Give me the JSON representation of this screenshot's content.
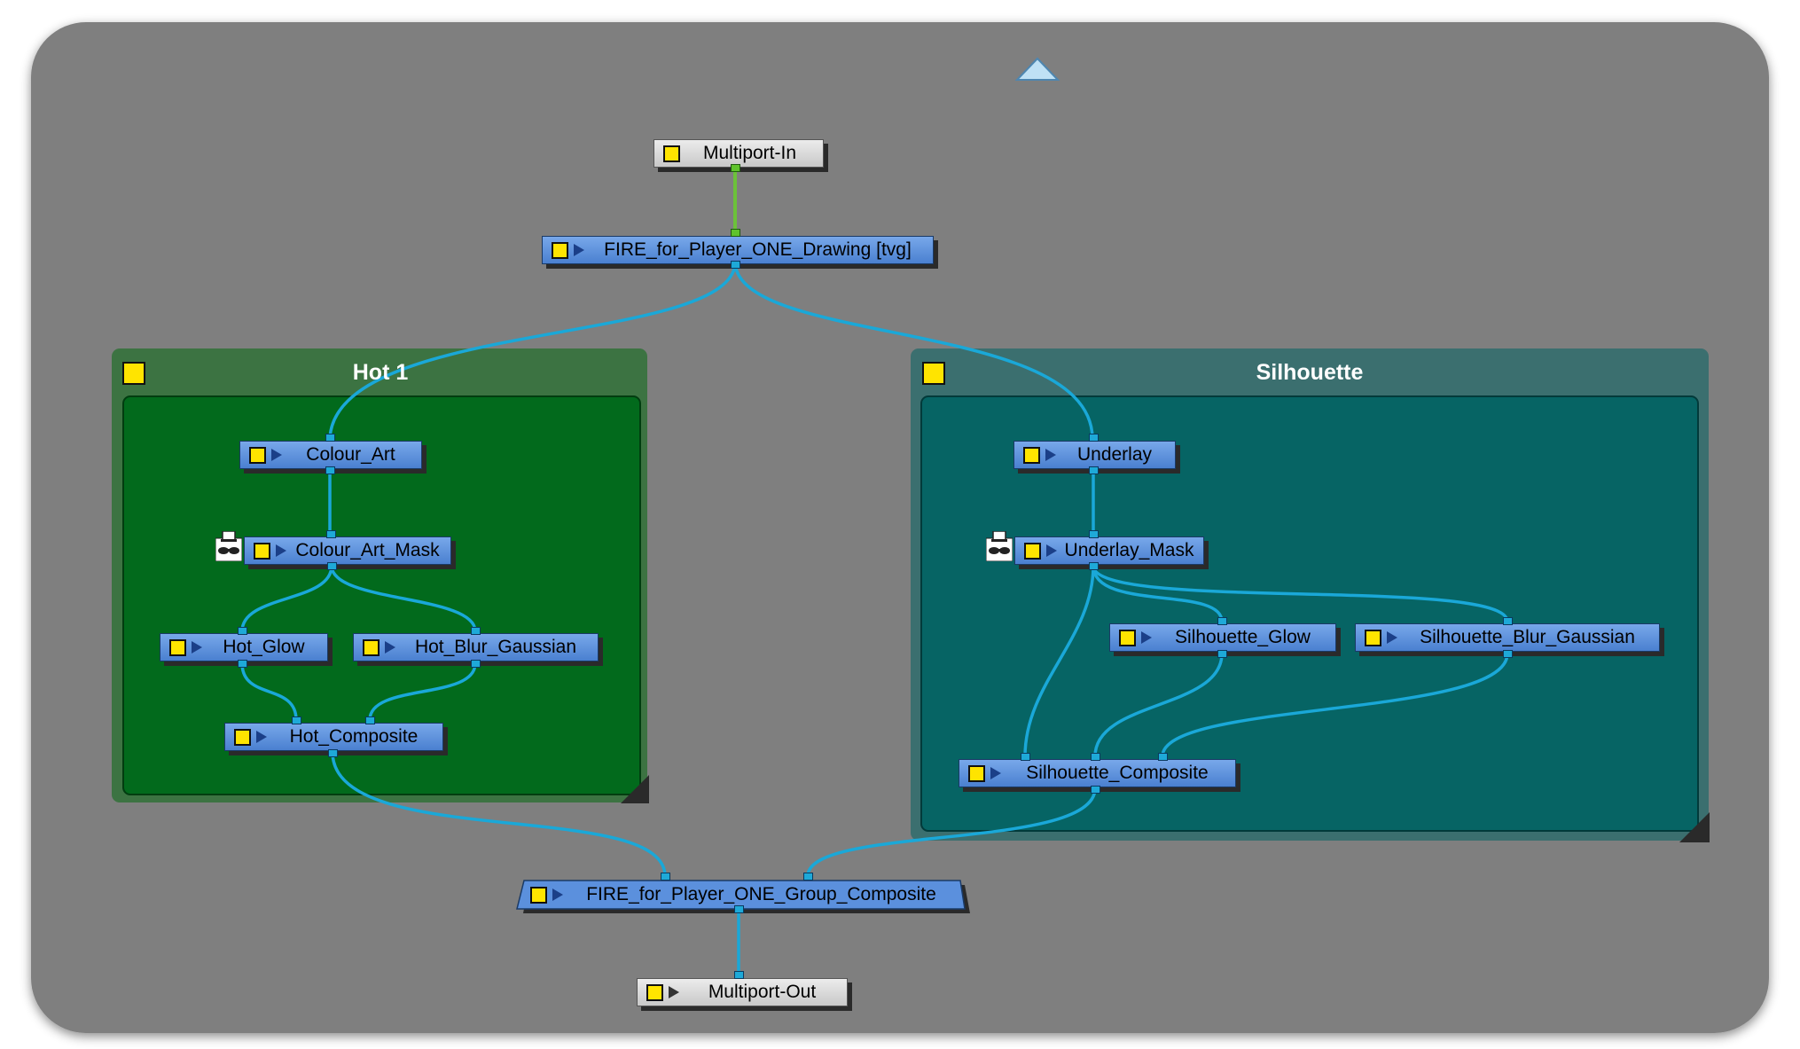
{
  "nodes": {
    "multiport_in": "Multiport-In",
    "drawing": "FIRE_for_Player_ONE_Drawing  [tvg]",
    "colour_art": "Colour_Art",
    "colour_art_mask": "Colour_Art_Mask",
    "hot_glow": "Hot_Glow",
    "hot_blur_gaussian": "Hot_Blur_Gaussian",
    "hot_composite": "Hot_Composite",
    "underlay": "Underlay",
    "underlay_mask": "Underlay_Mask",
    "silhouette_glow": "Silhouette_Glow",
    "silhouette_blur_gaussian": "Silhouette_Blur_Gaussian",
    "silhouette_composite": "Silhouette_Composite",
    "group_composite": "FIRE_for_Player_ONE_Group_Composite",
    "multiport_out": "Multiport-Out"
  },
  "groups": {
    "hot": {
      "title": "Hot 1",
      "color": "#026a1c"
    },
    "silhouette": {
      "title": "Silhouette",
      "color": "#066464"
    }
  },
  "colors": {
    "background": "#7f7f7f",
    "wire": "#1aa8d8",
    "wire_green": "#6cc23a",
    "node_blue": "#5b90dd",
    "chip_yellow": "#ffe400"
  },
  "icons": [
    "up-arrow-icon",
    "mask-icon",
    "enable-chip-icon",
    "play-triangle-icon"
  ]
}
